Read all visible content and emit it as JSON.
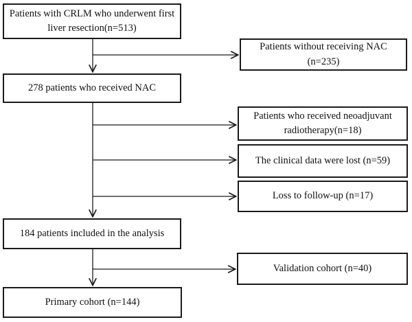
{
  "colors": {
    "border": "#1a1a1a",
    "line": "#1a1a1a",
    "text": "#111111",
    "background": "#ffffff"
  },
  "boxes": {
    "crlm": {
      "line1": "Patients with CRLM who underwent first",
      "line2": "liver resection(n=513)"
    },
    "without_nac": {
      "line1": "Patients without receiving NAC",
      "line2": "(n=235)"
    },
    "received_nac": {
      "line1": "278 patients who received NAC"
    },
    "radiotherapy": {
      "line1": "Patients who received neoadjuvant",
      "line2": "radiotherapy(n=18)"
    },
    "data_lost": {
      "line1": "The clinical data were lost (n=59)"
    },
    "follow_up": {
      "line1": "Loss to follow-up (n=17)"
    },
    "included": {
      "line1": "184 patients included in the analysis"
    },
    "validation": {
      "line1": "Validation cohort (n=40)"
    },
    "primary": {
      "line1": "Primary cohort (n=144)"
    }
  }
}
